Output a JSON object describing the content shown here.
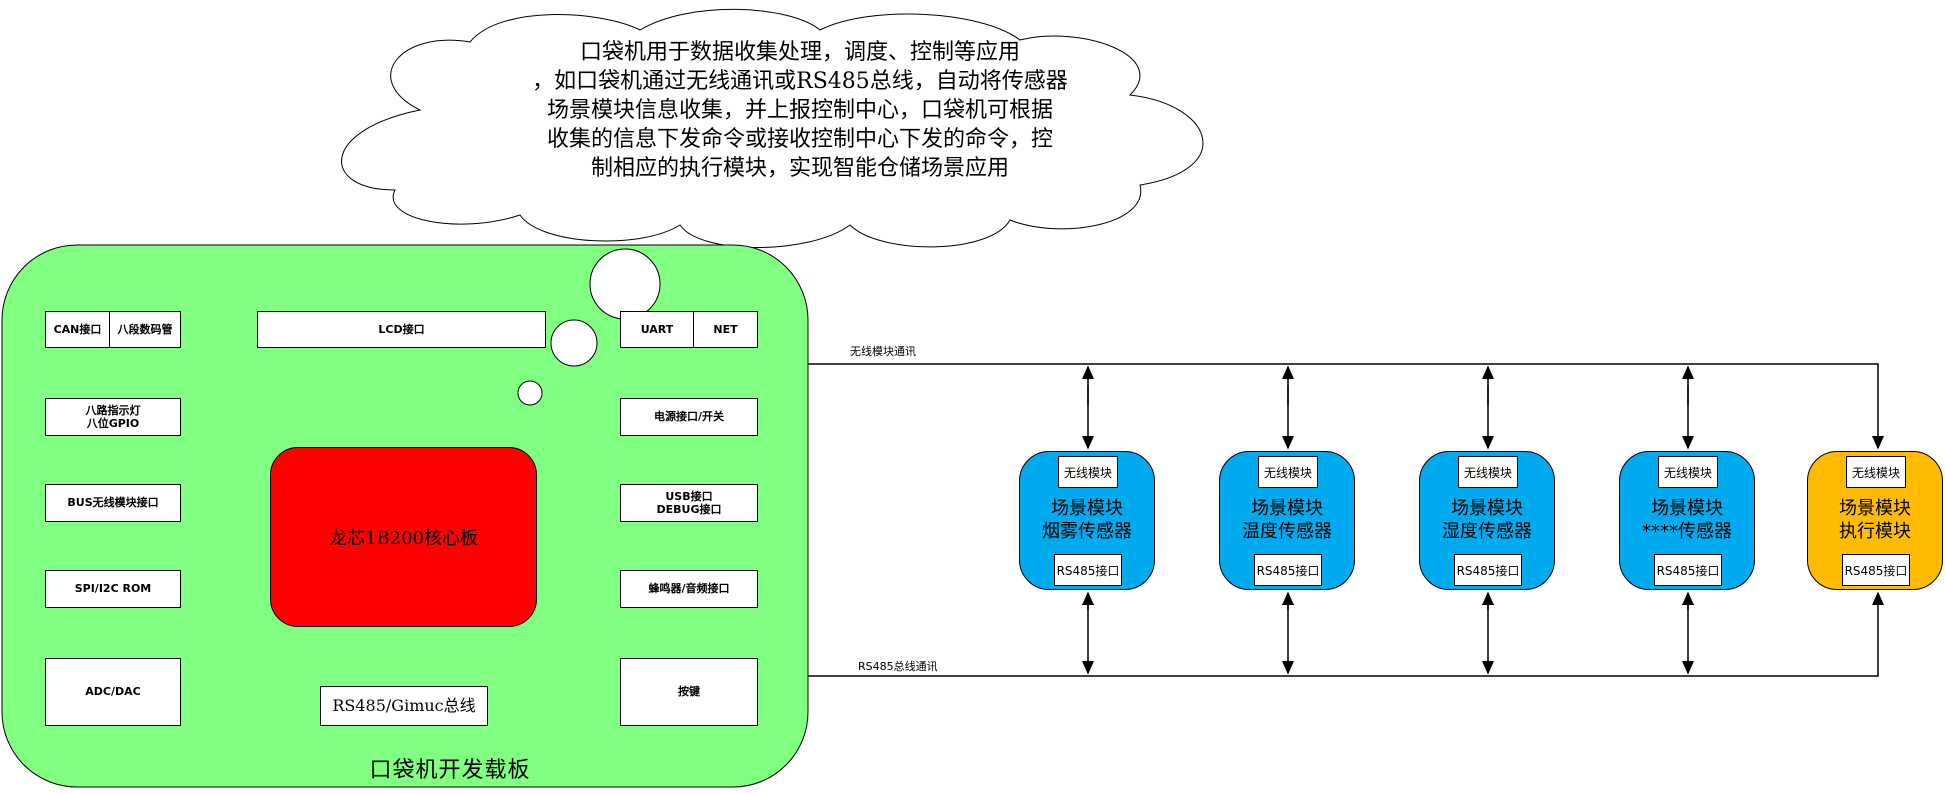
{
  "cloud": {
    "text": "口袋机用于数据收集处理，调度、控制等应用\n，如口袋机通过无线通讯或RS485总线，自动将传感器\n场景模块信息收集，并上报控制中心，口袋机可根据\n收集的信息下发命令或接收控制中心下发的命令，控\n制相应的执行模块，实现智能仓储场景应用"
  },
  "board": {
    "title": "口袋机开发载板",
    "core": "龙芯1B200核心板",
    "can_label": "CAN接口",
    "seg_label": "八段数码管",
    "lcd_label": "LCD接口",
    "uart_label": "UART",
    "net_label": "NET",
    "led_label": "八路指示灯\n八位GPIO",
    "power_label": "电源接口/开关",
    "bus_label": "BUS无线模块接口",
    "usb_label": "USB接口\nDEBUG接口",
    "spi_label": "SPI/I2C ROM",
    "buzzer_label": "蜂鸣器/音频接口",
    "adc_label": "ADC/DAC",
    "key_label": "按键",
    "rs485_label": "RS485/Gimuc总线"
  },
  "links": {
    "wireless": "无线模块通讯",
    "rs485": "RS485总线通讯"
  },
  "modules": [
    {
      "top": "无线模块",
      "label": "场景模块\n烟雾传感器",
      "bottom": "RS485接口",
      "color": "#00aaee"
    },
    {
      "top": "无线模块",
      "label": "场景模块\n温度传感器",
      "bottom": "RS485接口",
      "color": "#00aaee"
    },
    {
      "top": "无线模块",
      "label": "场景模块\n湿度传感器",
      "bottom": "RS485接口",
      "color": "#00aaee"
    },
    {
      "top": "无线模块",
      "label": "场景模块\n****传感器",
      "bottom": "RS485接口",
      "color": "#00aaee"
    },
    {
      "top": "无线模块",
      "label": "场景模块\n执行模块",
      "bottom": "RS485接口",
      "color": "#ffbb00"
    }
  ],
  "colors": {
    "board": "#80ff80",
    "core": "#ff0000",
    "sensor": "#00aaee",
    "actuator": "#ffbb00"
  }
}
